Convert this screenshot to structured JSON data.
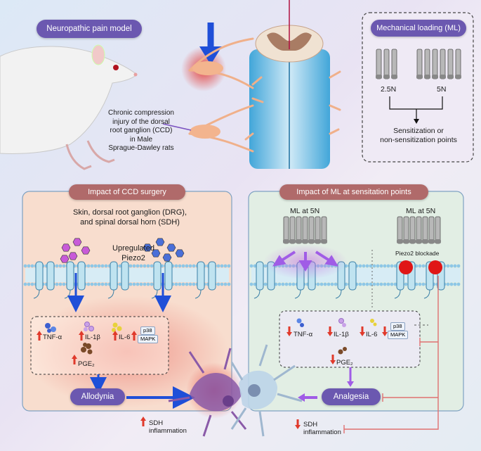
{
  "labels": {
    "model": "Neuropathic pain model",
    "ccd_desc": [
      "Chronic compression",
      "injury of the dorsal",
      "root ganglion (CCD)",
      "in Male",
      "Sprague-Dawley rats"
    ],
    "ml_title": "Mechanical loading (ML)",
    "force_low": "2.5N",
    "force_high": "5N",
    "sens_points": [
      "Sensitization or",
      "non-sensitization points"
    ],
    "left_panel_title": "Impact of CCD surgery",
    "right_panel_title": "Impact of ML at sensitation points",
    "tissues": [
      "Skin, dorsal root ganglion (DRG),",
      "and spinal dorsal horn (SDH)"
    ],
    "piezo_up": [
      "Upregulated",
      "Piezo2"
    ],
    "ml5_a": "ML at 5N",
    "ml5_b": "ML at 5N",
    "piezo_block": "Piezo2 blockade",
    "allodynia": "Allodynia",
    "analgesia": "Analgesia",
    "sdh_up": [
      "SDH",
      "inflammation"
    ],
    "sdh_down": [
      "SDH",
      "inflammation"
    ]
  },
  "markers": {
    "tnf": "TNF-α",
    "il1b": "IL-1β",
    "il6": "IL-6",
    "p38": "p38",
    "mapk": "MAPK",
    "pge2": "PGE₂"
  },
  "colors": {
    "pill_purple": "#6b58b0",
    "up_arrow": "#e0392b",
    "blue_arrow": "#1f4fd8",
    "purple_arrow": "#a05ce6",
    "inhibit_line": "#e07070",
    "left_panel": "#f6dccd",
    "right_panel": "#e4f0e6",
    "membrane": "#8ec7e6",
    "channel": "#bfe3f0"
  }
}
